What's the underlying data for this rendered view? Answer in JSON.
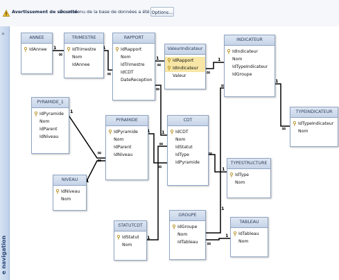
{
  "warning_bar": {
    "title": "Avertissement de sécurité",
    "message": "Du contenu de la base de données a été désactivé",
    "options_label": "Options..."
  },
  "nav_pane": {
    "chevron": "»",
    "label": "e navigation"
  },
  "tables": {
    "annee": {
      "name": "ANNEE",
      "fields": [
        "IdAnnee"
      ]
    },
    "trimestre": {
      "name": "TRIMESTRE",
      "fields": [
        "IdTrimestre",
        "Nom",
        "IdAnnee"
      ]
    },
    "rapport": {
      "name": "RAPPORT",
      "fields": [
        "IdRapport",
        "Nom",
        "IdTrimestre",
        "IdCDT",
        "DateReception"
      ]
    },
    "valeurindicateur": {
      "name": "ValeurIndicateur",
      "fields": [
        "IdRapport",
        "IdIndicateur",
        "Valeur"
      ]
    },
    "indicateur": {
      "name": "INDICATEUR",
      "fields": [
        "IdIndicateur",
        "Nom",
        "IdTypeIndicateur",
        "IdGroupe"
      ]
    },
    "typeindicateur": {
      "name": "TYPEINDICATEUR",
      "fields": [
        "IdTypeIndicateur",
        "Nom"
      ]
    },
    "pyramide1": {
      "name": "PYRAMIDE_1",
      "fields": [
        "IdPyramide",
        "Nom",
        "IdParent",
        "IdNiveau"
      ]
    },
    "pyramide": {
      "name": "PYRAMIDE",
      "fields": [
        "IdPyramide",
        "Nom",
        "IdParent",
        "IdNiveau"
      ]
    },
    "cdt": {
      "name": "CDT",
      "fields": [
        "IdCDT",
        "Nom",
        "IdStatut",
        "IdType",
        "IdPyramide"
      ]
    },
    "typestructure": {
      "name": "TYPESTRUCTURE",
      "fields": [
        "IdType",
        "Nom"
      ]
    },
    "niveau": {
      "name": "NIVEAU",
      "fields": [
        "IdNiveau",
        "Nom"
      ]
    },
    "statutcdt": {
      "name": "STATUTCDT",
      "fields": [
        "IdStatut",
        "Nom"
      ]
    },
    "groupe": {
      "name": "GROUPE",
      "fields": [
        "IdGroupe",
        "Nom",
        "IdTableau"
      ]
    },
    "tableau": {
      "name": "TABLEAU",
      "fields": [
        "IdTableau",
        "Nom"
      ]
    }
  },
  "cardinality": {
    "one": "1",
    "many": "∞"
  },
  "colors": {
    "accent": "#c6d4e8",
    "selected_row": "#f7e6a6",
    "link": "#000000"
  },
  "icons": {
    "key": "key-icon",
    "warning": "warning-icon"
  }
}
